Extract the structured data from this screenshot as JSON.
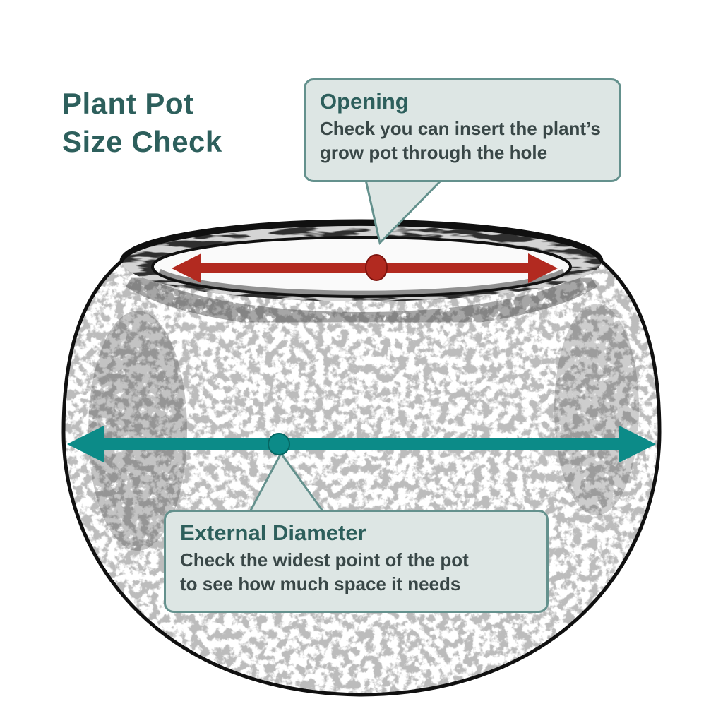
{
  "title": {
    "lines": [
      "Plant Pot",
      "Size Check"
    ]
  },
  "opening_callout": {
    "title": "Opening",
    "body": [
      "Check you can insert the plant’s",
      "grow pot through the hole"
    ]
  },
  "external_callout": {
    "title": "External Diameter",
    "body": [
      "Check the widest point of the pot",
      "to see how much space it needs"
    ]
  },
  "colors": {
    "title_color": "#2d5f5c",
    "body_color": "#394747",
    "callout_bg": "#dde6e4",
    "callout_border": "#64918d",
    "opening_arrow": "#b22a20",
    "external_arrow": "#0c8b88",
    "pot_outline": "#101010"
  }
}
